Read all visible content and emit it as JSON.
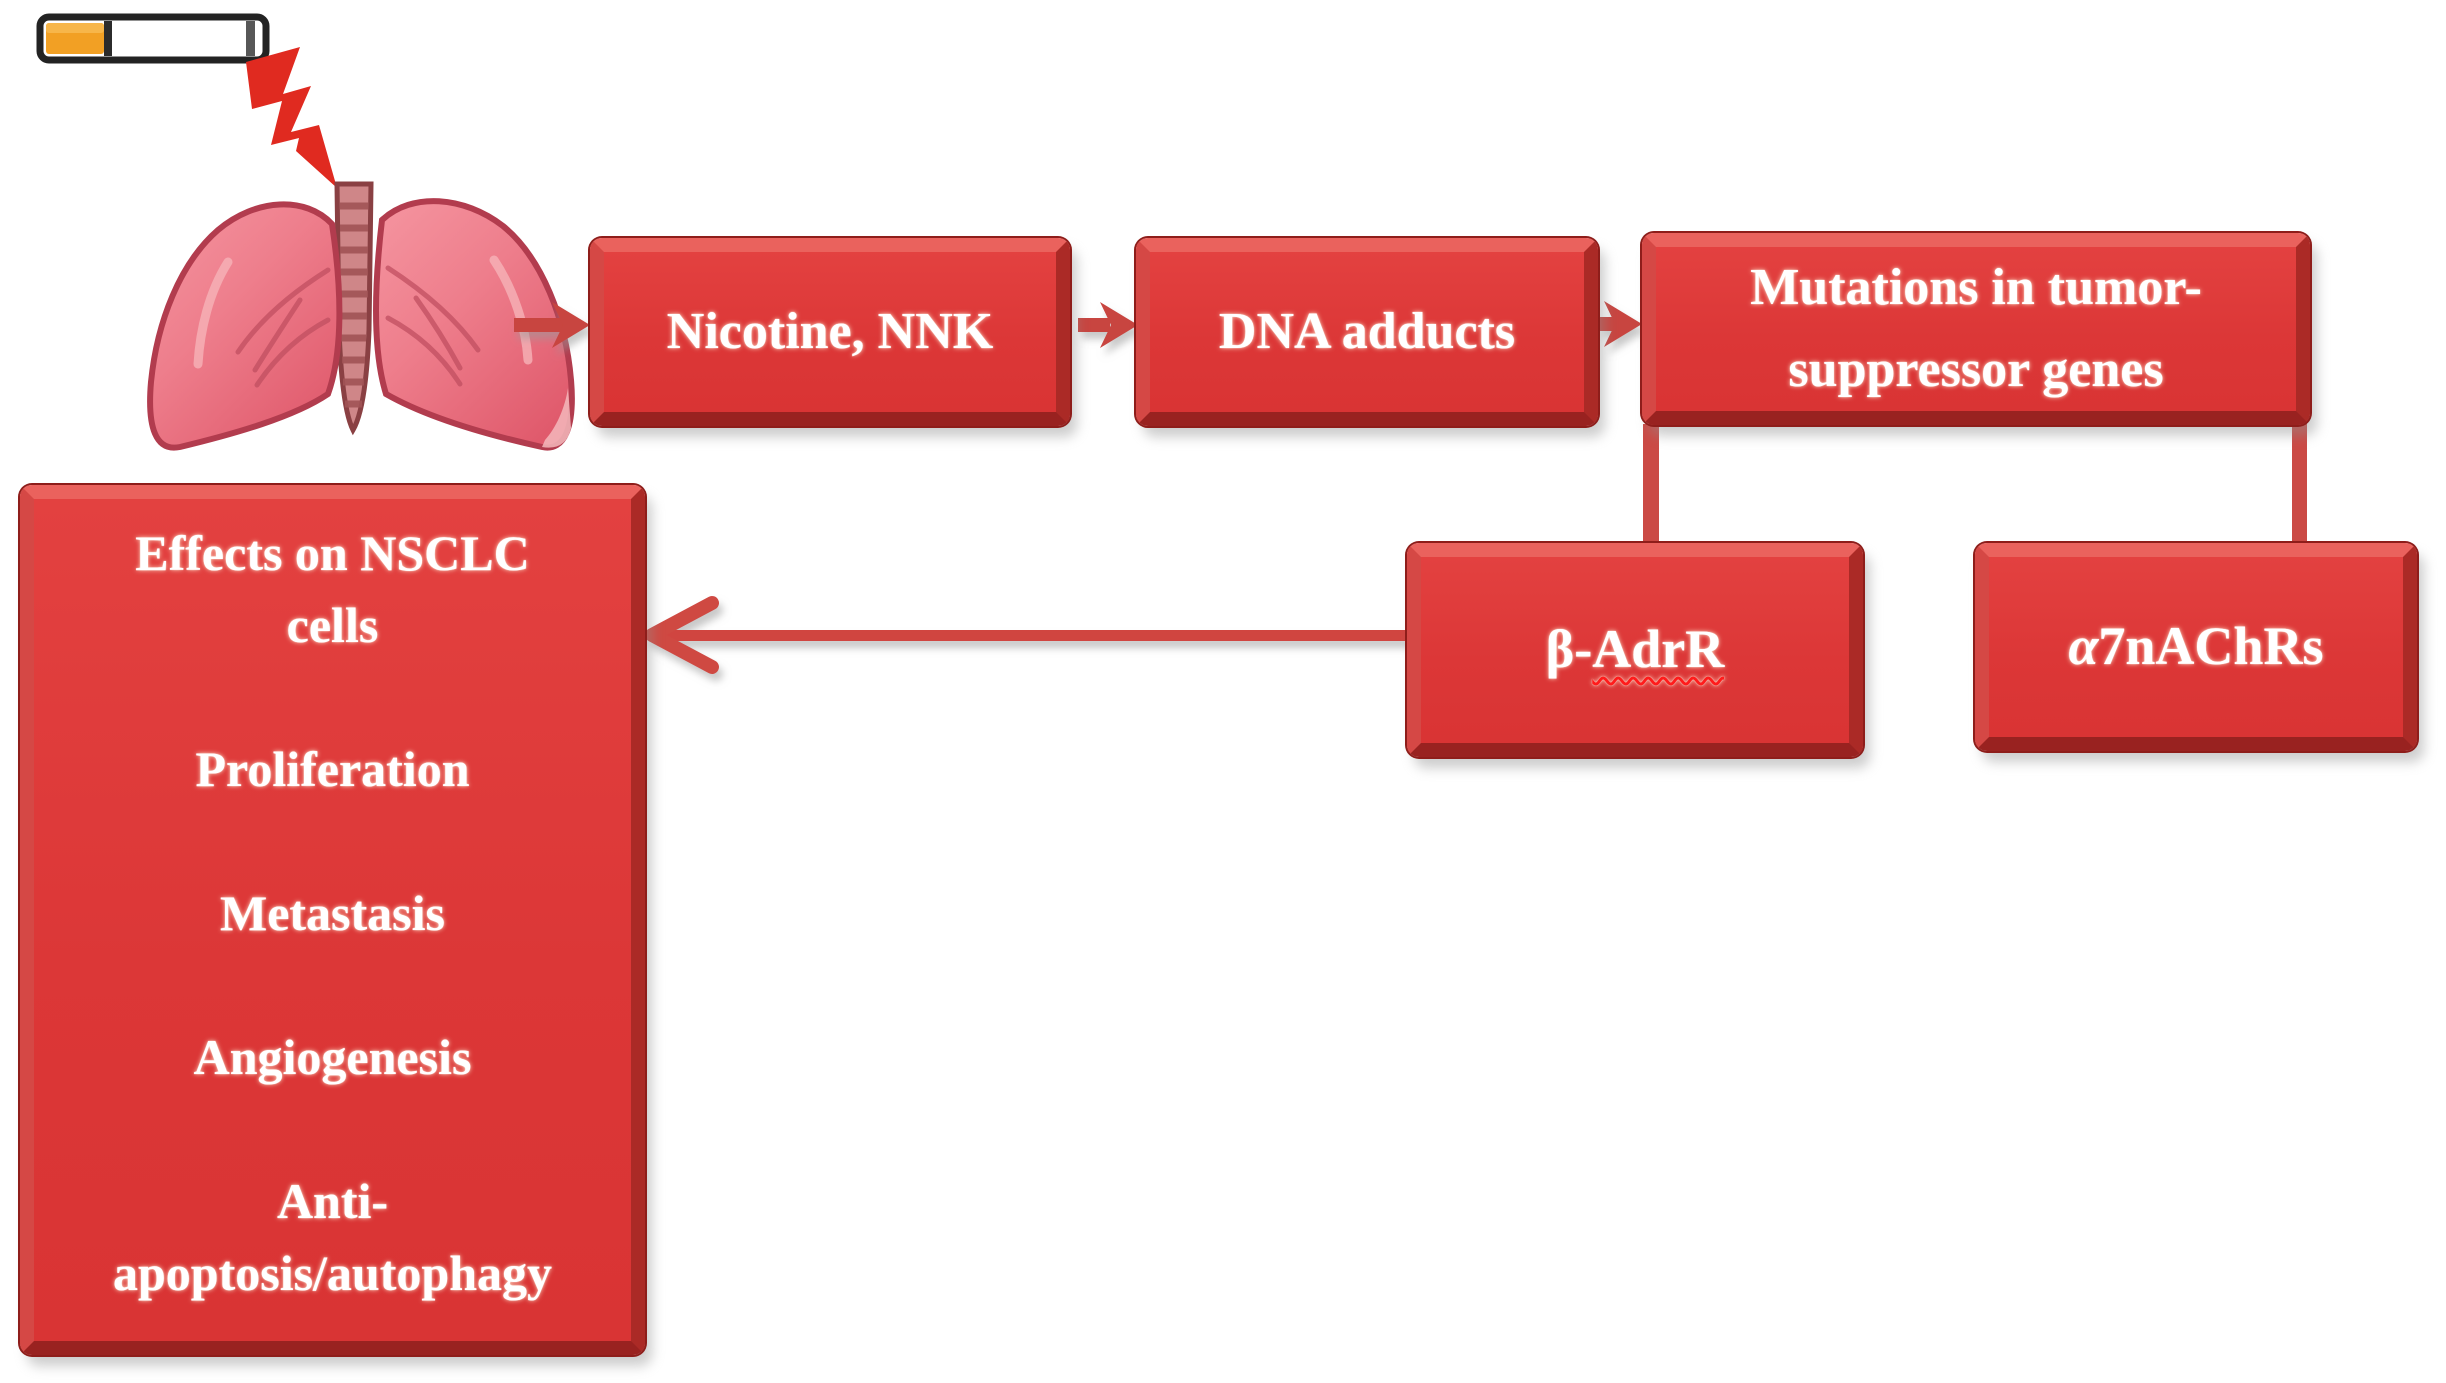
{
  "figure": {
    "type": "flow-diagram",
    "topic": "Nicotine/NNK signalling effects on NSCLC cells"
  },
  "palette": {
    "background": "#ffffff",
    "box_fill": "#dc3737",
    "box_bevel_light": "#ea625d",
    "box_bevel_dark": "#992220",
    "box_outline": "#8e1d1a",
    "arrow": "#c8453f",
    "connector_line": "#cb4a45",
    "label_text": "#ffffff",
    "spellcheck_squiggle": "#ff1c1c",
    "cigarette_filter": "#f2a024",
    "cigarette_outline": "#232323",
    "lightning_bolt": "#e02a20",
    "lung_pink": "#ef8390",
    "lung_outline": "#b23c4e"
  },
  "icons": {
    "cigarette": "cigarette-icon",
    "lightning": "lightning-bolt-icon",
    "lungs": "lungs-icon"
  },
  "nodes": {
    "nicotine": {
      "label": "Nicotine, NNK"
    },
    "dna": {
      "label": "DNA adducts"
    },
    "mutations": {
      "label": "Mutations in tumor-\nsuppressor genes"
    },
    "badrr": {
      "prefix": "β-",
      "underlined": "AdrR"
    },
    "a7": {
      "alpha": "α",
      "rest": "7nAChRs"
    },
    "effects": {
      "title": "Effects on NSCLC\ncells",
      "items": [
        "Proliferation",
        "Metastasis",
        "Angiogenesis",
        "Anti-\napoptosis/autophagy"
      ]
    }
  },
  "edges": [
    {
      "from": "cigarette-smoke",
      "to": "lungs",
      "style": "lightning-bolt"
    },
    {
      "from": "lungs",
      "to": "nicotine",
      "style": "arrow"
    },
    {
      "from": "nicotine",
      "to": "dna",
      "style": "arrow"
    },
    {
      "from": "dna",
      "to": "mutations",
      "style": "arrow"
    },
    {
      "from": "mutations",
      "to": "badrr",
      "style": "line"
    },
    {
      "from": "mutations",
      "to": "a7",
      "style": "line"
    },
    {
      "from": "badrr",
      "to": "effects",
      "style": "arrow"
    }
  ]
}
